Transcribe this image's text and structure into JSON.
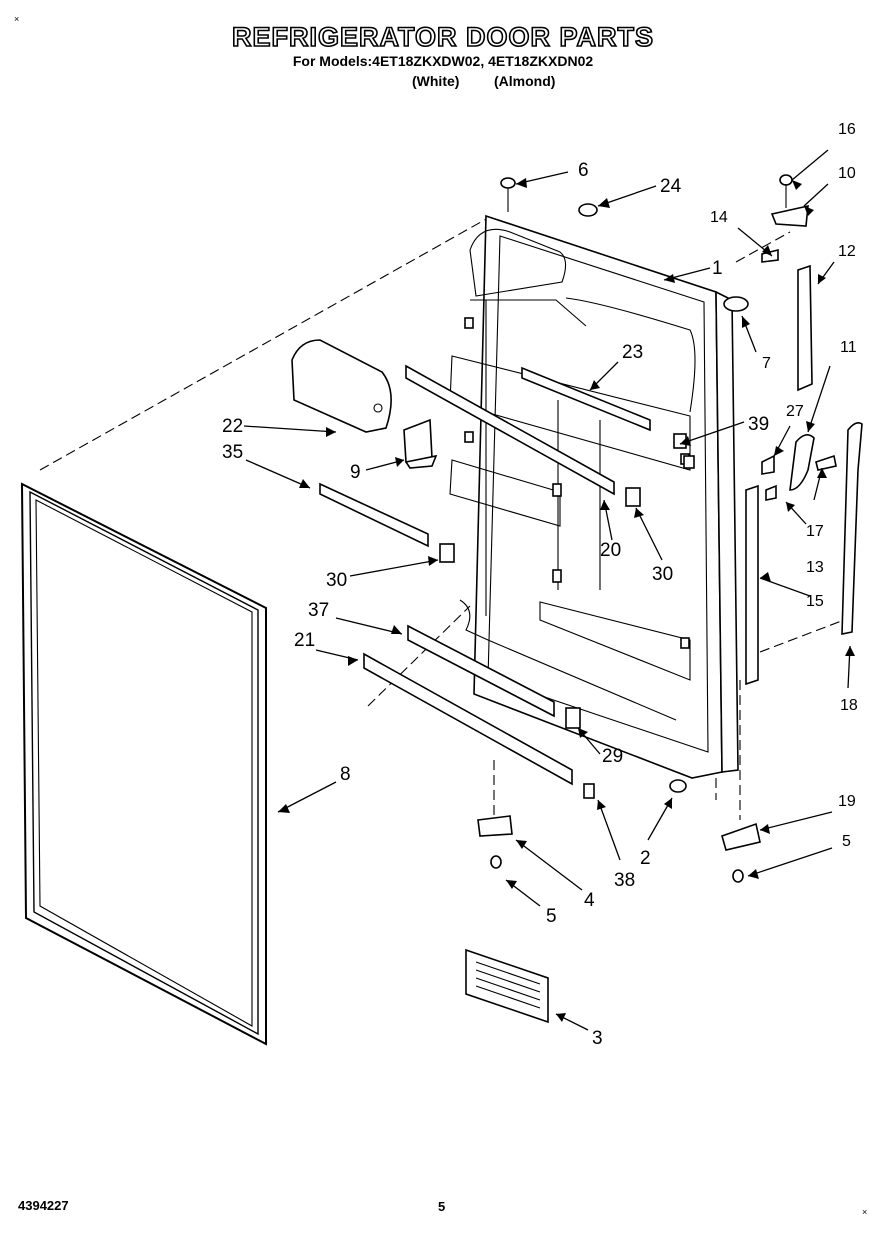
{
  "header": {
    "title": "REFRIGERATOR DOOR PARTS",
    "models_line": "For Models:4ET18ZKXDW02, 4ET18ZKXDN02",
    "variant_white": "(White)",
    "variant_almond": "(Almond)"
  },
  "footer": {
    "doc_number": "4394227",
    "page_number": "5"
  },
  "reg_marks": {
    "top_left": "×",
    "bottom_right": "×"
  },
  "callouts": {
    "c1": "1",
    "c2": "2",
    "c3": "3",
    "c4": "4",
    "c5a": "5",
    "c5b": "5",
    "c6": "6",
    "c7": "7",
    "c8": "8",
    "c9": "9",
    "c10": "10",
    "c11": "11",
    "c12": "12",
    "c13": "13",
    "c14": "14",
    "c15": "15",
    "c16": "16",
    "c17": "17",
    "c18": "18",
    "c19": "19",
    "c20": "20",
    "c21": "21",
    "c22": "22",
    "c23": "23",
    "c24": "24",
    "c27": "27",
    "c29": "29",
    "c30a": "30",
    "c30b": "30",
    "c35": "35",
    "c37": "37",
    "c38": "38",
    "c39": "39"
  }
}
